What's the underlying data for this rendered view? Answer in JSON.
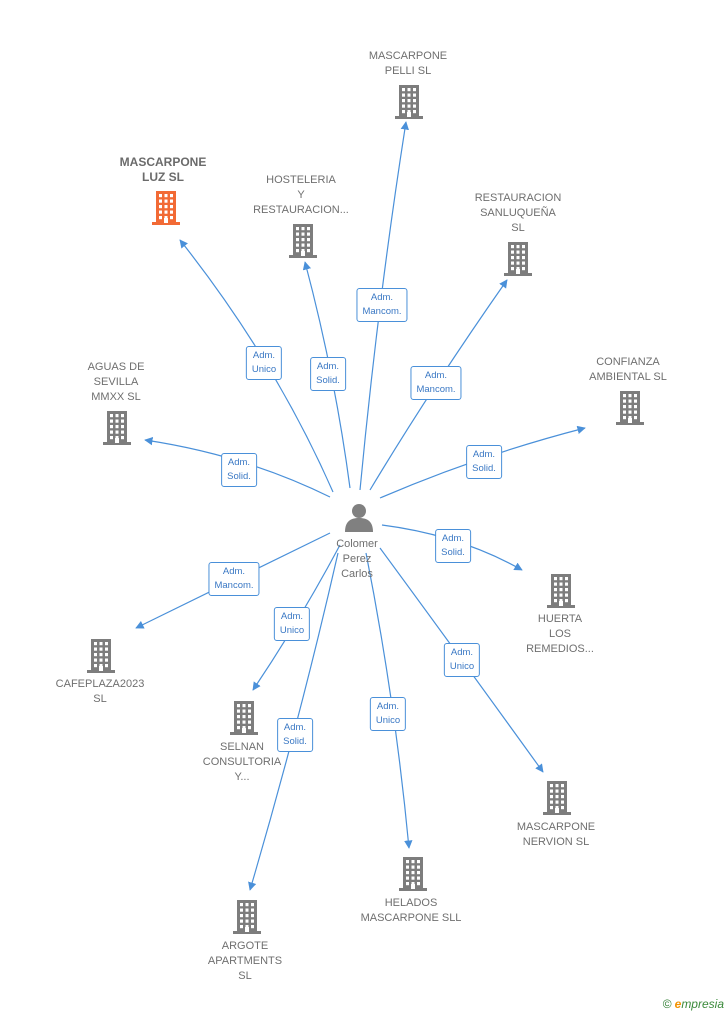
{
  "center": {
    "lines": [
      "Colomer",
      "Perez",
      "Carlos"
    ]
  },
  "colors": {
    "edge": "#4a90d9",
    "building": "#7d7d7d",
    "highlight": "#f26a35",
    "person": "#808080"
  },
  "nodes": [
    {
      "id": "mascarpone-pelli",
      "lines": [
        "MASCARPONE",
        "PELLI  SL"
      ],
      "role": [
        "Adm.",
        "Mancom."
      ],
      "highlight": false
    },
    {
      "id": "mascarpone-luz",
      "lines": [
        "MASCARPONE",
        "LUZ  SL"
      ],
      "role": [
        "Adm.",
        "Unico"
      ],
      "highlight": true
    },
    {
      "id": "hosteleria",
      "lines": [
        "HOSTELERIA",
        "Y",
        "RESTAURACION..."
      ],
      "role": [
        "Adm.",
        "Solid."
      ],
      "highlight": false
    },
    {
      "id": "restauracion-sanluquena",
      "lines": [
        "RESTAURACION",
        "SANLUQUEÑA",
        "SL"
      ],
      "role": [
        "Adm.",
        "Mancom."
      ],
      "highlight": false
    },
    {
      "id": "confianza-ambiental",
      "lines": [
        "CONFIANZA",
        "AMBIENTAL  SL"
      ],
      "role": [
        "Adm.",
        "Solid."
      ],
      "highlight": false
    },
    {
      "id": "aguas-de-sevilla",
      "lines": [
        "AGUAS DE",
        "SEVILLA",
        "MMXX  SL"
      ],
      "role": [
        "Adm.",
        "Solid."
      ],
      "highlight": false
    },
    {
      "id": "huerta-los-remedios",
      "lines": [
        "HUERTA",
        "LOS",
        "REMEDIOS..."
      ],
      "role": [
        "Adm.",
        "Solid."
      ],
      "highlight": false
    },
    {
      "id": "cafeplaza2023",
      "lines": [
        "CAFEPLAZA2023",
        "SL"
      ],
      "role": [
        "Adm.",
        "Mancom."
      ],
      "highlight": false
    },
    {
      "id": "selnan-consultoria",
      "lines": [
        "SELNAN",
        "CONSULTORIA",
        "Y..."
      ],
      "role": [
        "Adm.",
        "Unico"
      ],
      "highlight": false
    },
    {
      "id": "mascarpone-nervion",
      "lines": [
        "MASCARPONE",
        "NERVION SL"
      ],
      "role": [
        "Adm.",
        "Unico"
      ],
      "highlight": false
    },
    {
      "id": "helados-mascarpone",
      "lines": [
        "HELADOS",
        "MASCARPONE SLL"
      ],
      "role": [
        "Adm.",
        "Unico"
      ],
      "highlight": false
    },
    {
      "id": "argote-apartments",
      "lines": [
        "ARGOTE",
        "APARTMENTS",
        "SL"
      ],
      "role": [
        "Adm.",
        "Solid."
      ],
      "highlight": false
    }
  ],
  "brand": {
    "copyright": "©",
    "first": "e",
    "rest": "mpresia"
  }
}
